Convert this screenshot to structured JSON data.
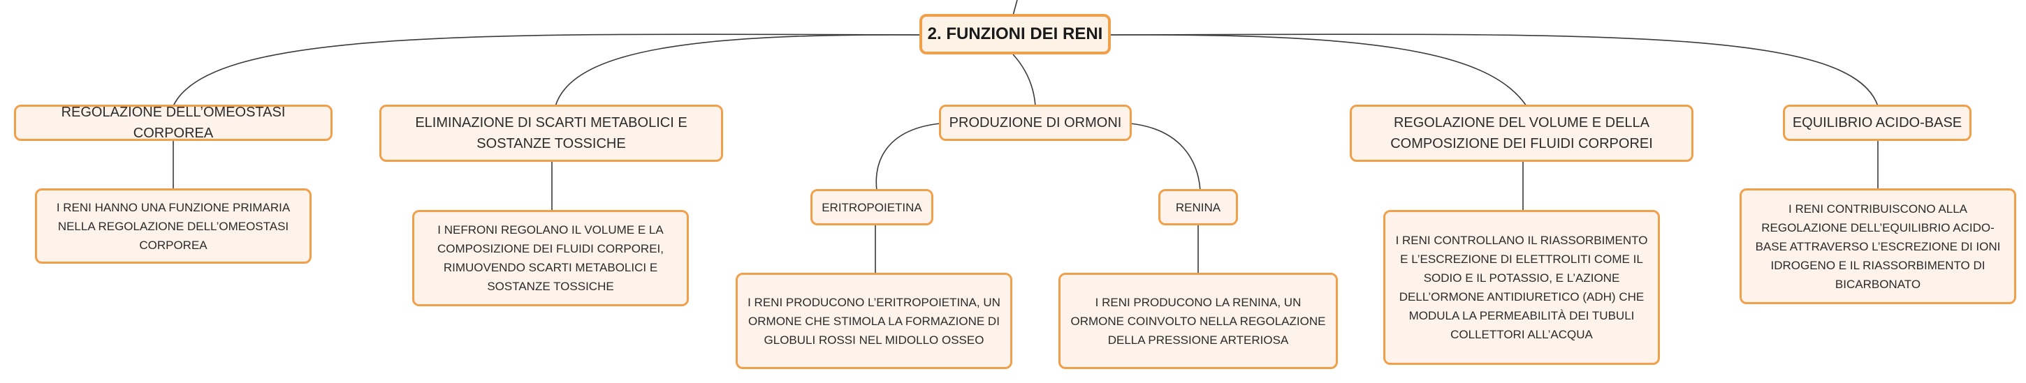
{
  "root": {
    "label": "2. FUNZIONI DEI RENI"
  },
  "topics": [
    {
      "label": "REGOLAZIONE DELL’OMEOSTASI CORPOREA",
      "detail": "I RENI HANNO UNA FUNZIONE PRIMARIA NELLA REGOLAZIONE DELL’OMEOSTASI CORPOREA"
    },
    {
      "label": "ELIMINAZIONE DI SCARTI METABOLICI E SOSTANZE TOSSICHE",
      "detail": "I NEFRONI REGOLANO IL VOLUME E LA COMPOSIZIONE DEI FLUIDI CORPOREI, RIMUOVENDO SCARTI METABOLICI E SOSTANZE TOSSICHE"
    },
    {
      "label": "PRODUZIONE DI ORMONI",
      "subtopics": [
        {
          "label": "ERITROPOIETINA",
          "detail": "I RENI PRODUCONO L’ERITROPOIETINA, UN ORMONE CHE STIMOLA LA FORMAZIONE DI GLOBULI ROSSI NEL MIDOLLO OSSEO"
        },
        {
          "label": "RENINA",
          "detail": "I RENI PRODUCONO LA RENINA, UN ORMONE COINVOLTO NELLA REGOLAZIONE DELLA PRESSIONE ARTERIOSA"
        }
      ]
    },
    {
      "label": "REGOLAZIONE DEL VOLUME E DELLA COMPOSIZIONE DEI FLUIDI CORPOREI",
      "detail": "I RENI CONTROLLANO IL RIASSORBIMENTO E L’ESCREZIONE DI ELETTROLITI COME IL SODIO E IL POTASSIO, E L’AZIONE DELL’ORMONE ANTIDIURETICO (ADH) CHE MODULA LA PERMEABILITÀ DEI TUBULI COLLETTORI ALL’ACQUA"
    },
    {
      "label": "EQUILIBRIO ACIDO-BASE",
      "detail": "I RENI CONTRIBUISCONO ALLA REGOLAZIONE DELL’EQUILIBRIO ACIDO-BASE ATTRAVERSO L’ESCREZIONE DI IONI IDROGENO E IL RIASSORBIMENTO DI BICARBONATO"
    }
  ],
  "colors": {
    "node_border": "#f0a04b",
    "node_fill": "#fdf3ea",
    "connector": "#3a3a3a",
    "text": "#2b2b2b"
  }
}
